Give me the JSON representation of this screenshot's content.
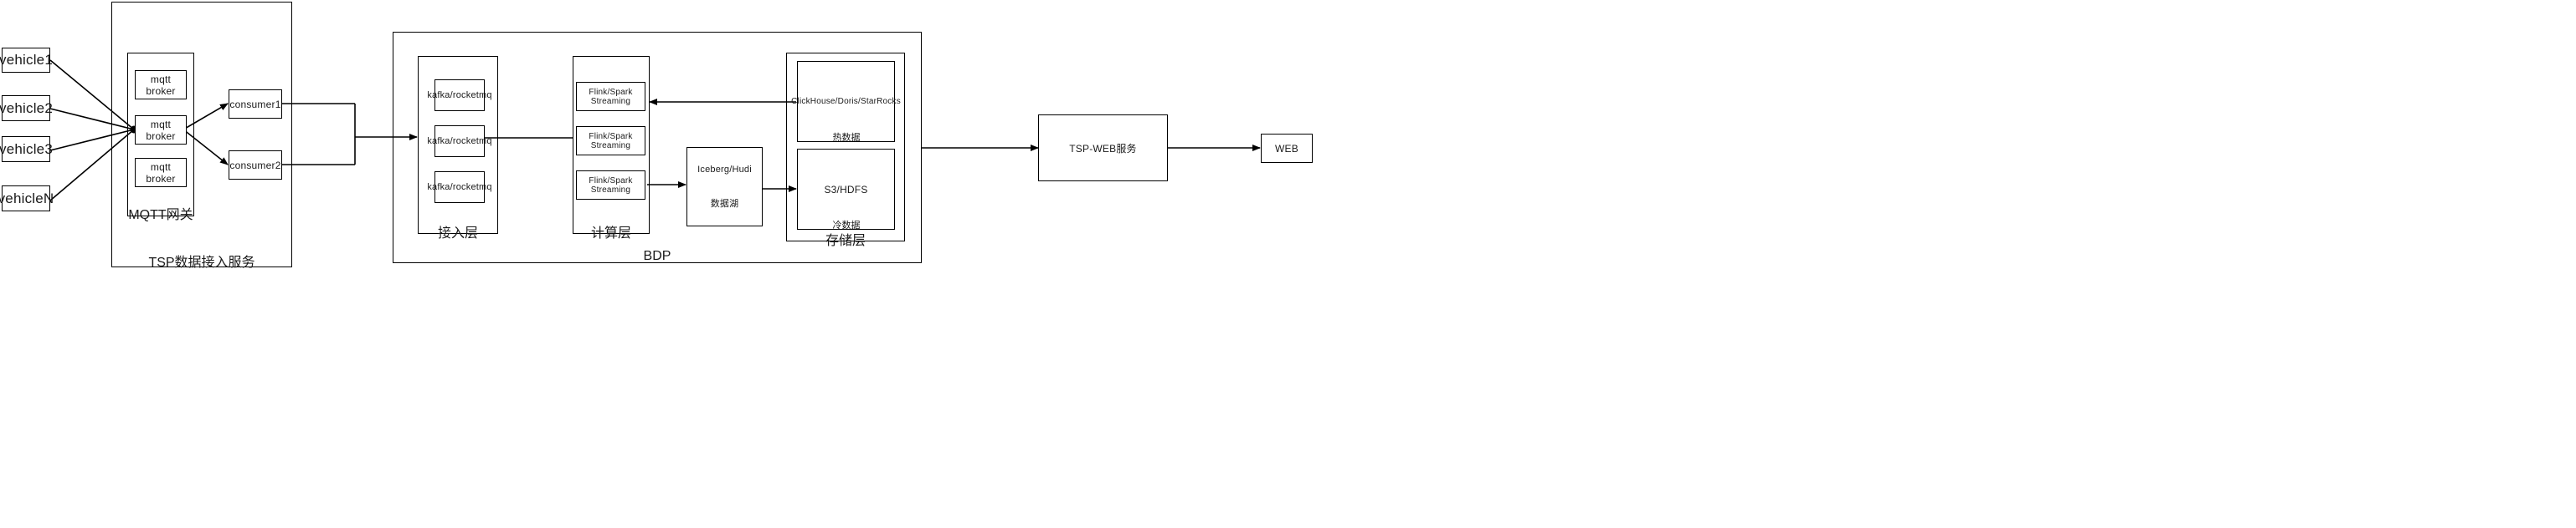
{
  "diagram": {
    "title": "TSP vehicle data platform architecture",
    "stroke_color": "#000000",
    "background": "#ffffff"
  },
  "vehicles": [
    {
      "label": "vehicle1"
    },
    {
      "label": "vehicle2"
    },
    {
      "label": "vehicle3"
    },
    {
      "label": "vehicleN"
    }
  ],
  "tsp_ingest": {
    "label": "TSP数据接入服务",
    "mqtt_gateway": {
      "label": "MQTT网关",
      "brokers": [
        {
          "label": "mqtt broker"
        },
        {
          "label": "mqtt broker"
        },
        {
          "label": "mqtt broker"
        }
      ]
    },
    "consumers": [
      {
        "label": "consumer1"
      },
      {
        "label": "consumer2"
      }
    ]
  },
  "bdp": {
    "label": "BDP",
    "ingest_layer": {
      "label": "接入层",
      "nodes": [
        {
          "label": "kafka/rocketmq"
        },
        {
          "label": "kafka/rocketmq"
        },
        {
          "label": "kafka/rocketmq"
        }
      ]
    },
    "compute_layer": {
      "label": "计算层",
      "nodes": [
        {
          "label": "Flink/Spark Streaming"
        },
        {
          "label": "Flink/Spark Streaming"
        },
        {
          "label": "Flink/Spark Streaming"
        }
      ]
    },
    "data_lake": {
      "label": "Iceberg/Hudi",
      "sublabel": "数据湖"
    },
    "storage_layer": {
      "label": "存储层",
      "nodes": [
        {
          "label": "ClickHouse/Doris/StarRocks",
          "sublabel": "热数据"
        },
        {
          "label": "S3/HDFS",
          "sublabel": "冷数据"
        }
      ]
    }
  },
  "web": {
    "service": {
      "label": "TSP-WEB服务"
    },
    "client": {
      "label": "WEB"
    }
  }
}
